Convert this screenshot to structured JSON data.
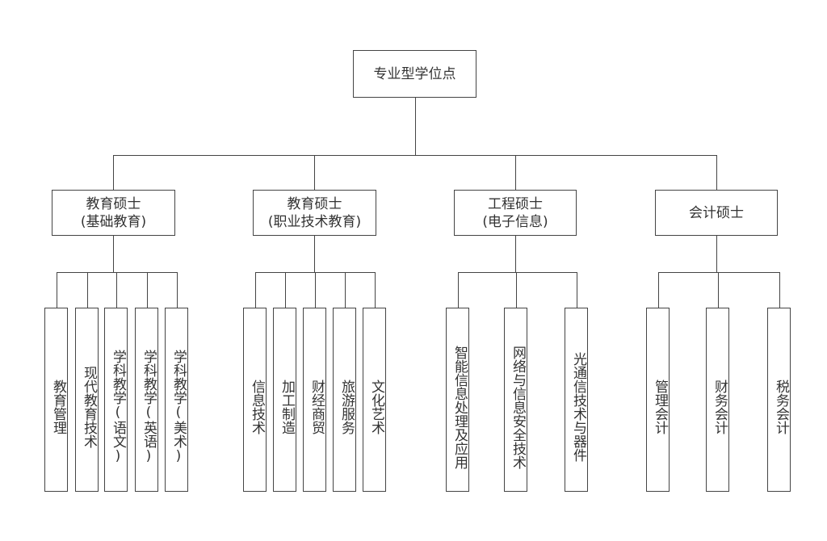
{
  "root": "专业型学位点",
  "groups": [
    {
      "title": "教育硕士",
      "sub": "(基础教育)",
      "items": [
        "教育管理",
        "现代教育技术",
        "学科教学(语文)",
        "学科教学(英语)",
        "学科教学(美术)"
      ]
    },
    {
      "title": "教育硕士",
      "sub": "(职业技术教育)",
      "items": [
        "信息技术",
        "加工制造",
        "财经商贸",
        "旅游服务",
        "文化艺术"
      ]
    },
    {
      "title": "工程硕士",
      "sub": "(电子信息)",
      "items": [
        "智能信息处理及应用",
        "网络与信息安全技术",
        "光通信技术与器件"
      ]
    },
    {
      "title": "会计硕士",
      "items": [
        "管理会计",
        "财务会计",
        "税务会计"
      ]
    }
  ]
}
